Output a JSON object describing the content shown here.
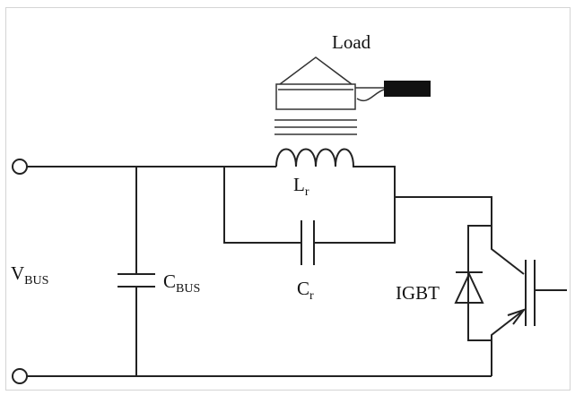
{
  "diagram": {
    "load_label": "Load",
    "vbus": {
      "main": "V",
      "sub": "BUS"
    },
    "cbus": {
      "main": "C",
      "sub": "BUS"
    },
    "lr": {
      "main": "L",
      "sub": "r"
    },
    "cr": {
      "main": "C",
      "sub": "r"
    },
    "igbt_label": "IGBT"
  },
  "colors": {
    "line": "#222222",
    "background": "#ffffff",
    "frame": "#d4d4d4"
  }
}
